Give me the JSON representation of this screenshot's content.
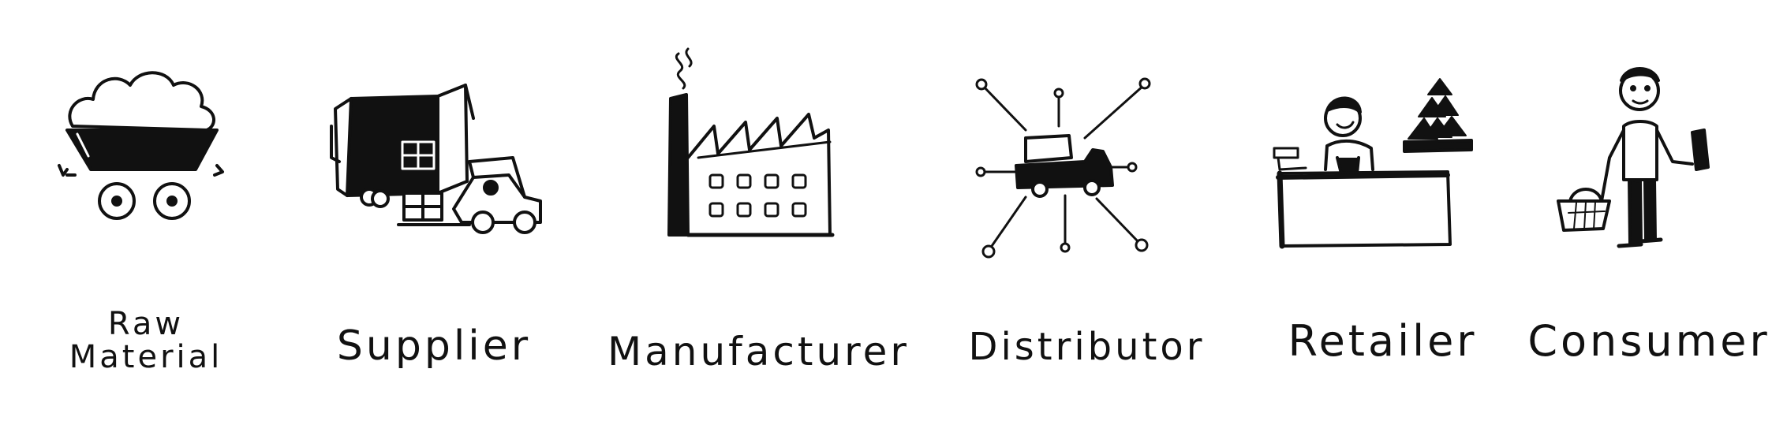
{
  "stages": [
    {
      "label_line1": "Raw",
      "label_line2": "Material",
      "icon": "mine-cart-icon"
    },
    {
      "label": "Supplier",
      "icon": "truck-forklift-icon"
    },
    {
      "label": "Manufacturer",
      "icon": "factory-icon"
    },
    {
      "label": "Distributor",
      "icon": "distribution-truck-icon"
    },
    {
      "label": "Retailer",
      "icon": "shop-counter-icon"
    },
    {
      "label": "Consumer",
      "icon": "shopper-icon"
    }
  ],
  "colors": {
    "ink": "#111111",
    "background": "#ffffff"
  }
}
